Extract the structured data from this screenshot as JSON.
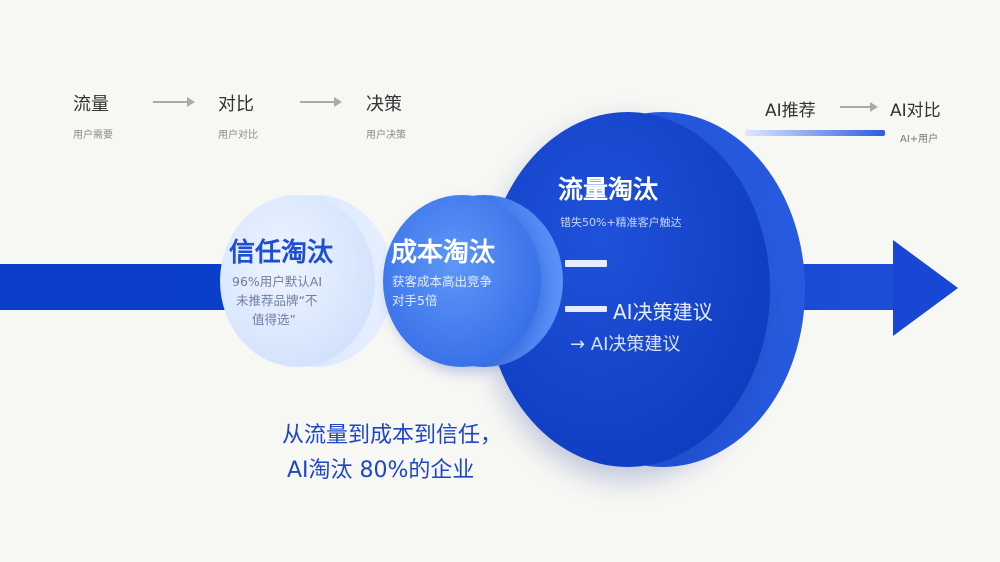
{
  "flow": {
    "steps": [
      {
        "label": "流量",
        "sub": "用户需要"
      },
      {
        "label": "对比",
        "sub": "用户对比"
      },
      {
        "label": "决策",
        "sub": "用户决策"
      }
    ],
    "right": {
      "from": "AI推荐",
      "to": "AI对比",
      "sub": "AI+用户"
    }
  },
  "discs": {
    "trust": {
      "title": "信任淘汰",
      "desc_line1": "96%用户默认AI",
      "desc_line2": "未推荐品牌“不",
      "desc_line3": "值得选”"
    },
    "cost": {
      "title": "成本淘汰",
      "desc_line1": "获客成本高出竞争",
      "desc_line2": "对手5倍"
    },
    "traffic": {
      "title": "流量淘汰",
      "desc": "错失50%+精准客户触达",
      "note1": "AI决策建议",
      "note2": "→ AI决策建议"
    }
  },
  "bottom": {
    "line1": "从流量到成本到信任，",
    "line2": "AI淘汰 80%的企业"
  },
  "colors": {
    "accent": "#1a4fd6",
    "deep": "#0a36b8",
    "light": "#cfe0fb"
  }
}
